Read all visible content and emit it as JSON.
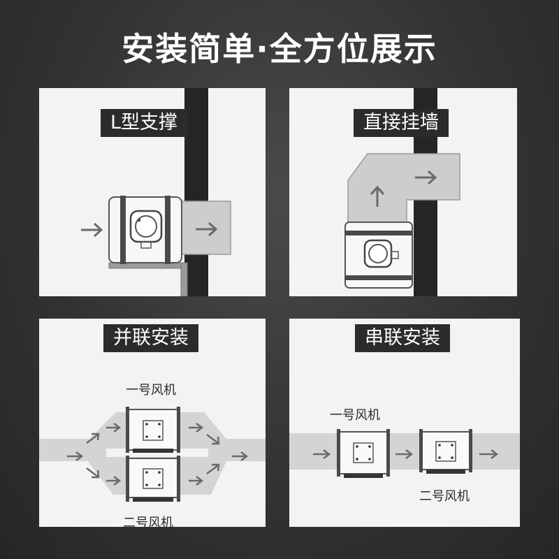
{
  "title": "安装简单·全方位展示",
  "panels": [
    {
      "label": "L型支撑"
    },
    {
      "label": "直接挂墙"
    },
    {
      "label": "并联安装",
      "fan1": "一号风机",
      "fan2": "二号风机"
    },
    {
      "label": "串联安装",
      "fan1": "一号风机",
      "fan2": "二号风机"
    }
  ]
}
